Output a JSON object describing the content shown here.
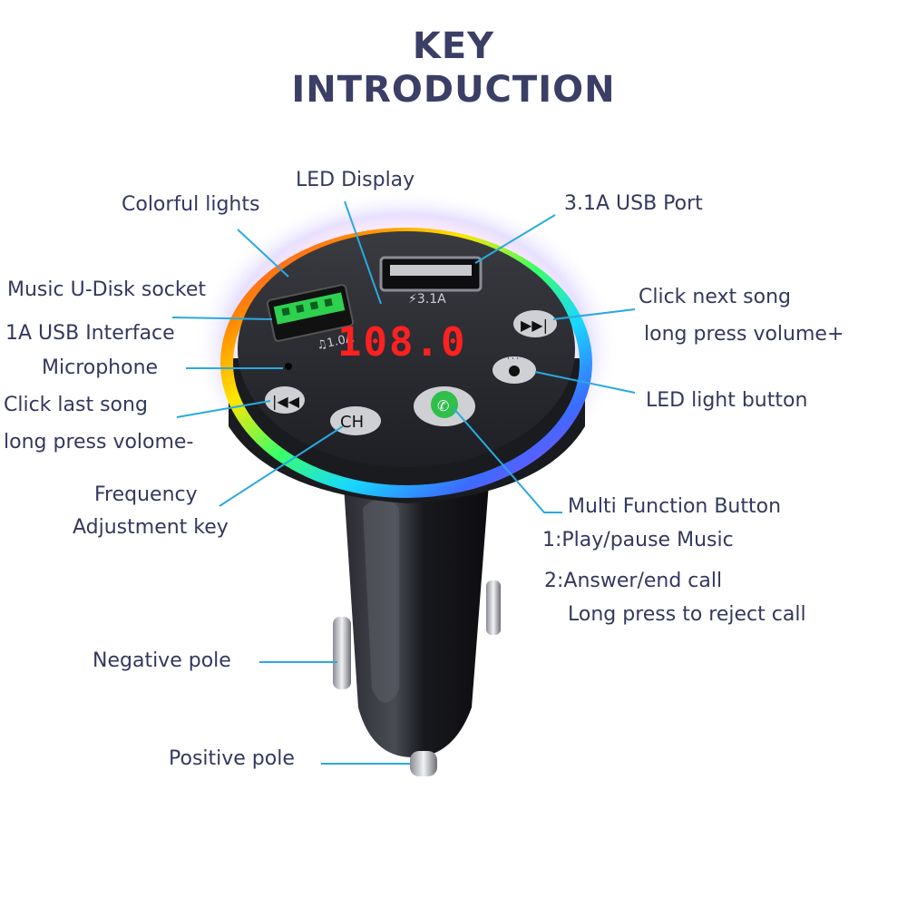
{
  "title": {
    "line1": "KEY",
    "line2": "INTRODUCTION"
  },
  "device": {
    "display_text": "108.0",
    "usb_left_label": "♫1.0A",
    "usb_right_label": "⚡3.1A",
    "ch_button_label": "CH",
    "led_colors": [
      "#ff2a6a",
      "#ff8a00",
      "#ffe600",
      "#39ff6a",
      "#18d8ff",
      "#3b6bff",
      "#b43bff"
    ],
    "display_color": "#ff2020",
    "phone_button_color": "#2fbf4a"
  },
  "labels": {
    "colorful_lights": "Colorful lights",
    "led_display": "LED Display",
    "usb_port": "3.1A USB Port",
    "music_udisk": "Music U-Disk socket",
    "usb_interface": "1A USB Interface",
    "microphone": "Microphone",
    "click_last_song": "Click last song",
    "long_press_vol_minus": "long press volome-",
    "click_next_song": "Click next song",
    "long_press_vol_plus": "long press volume+",
    "led_light_button": "LED light button",
    "frequency": "Frequency",
    "adjustment_key": "Adjustment key",
    "multi_function": "Multi Function Button",
    "play_pause": "1:Play/pause Music",
    "answer_end": "2:Answer/end call",
    "long_press_reject": "Long press to reject call",
    "negative_pole": "Negative pole",
    "positive_pole": "Positive pole"
  },
  "colors": {
    "text": "#34385f",
    "leader_line": "#2aa9e0",
    "body_dark": "#1c1d22"
  }
}
